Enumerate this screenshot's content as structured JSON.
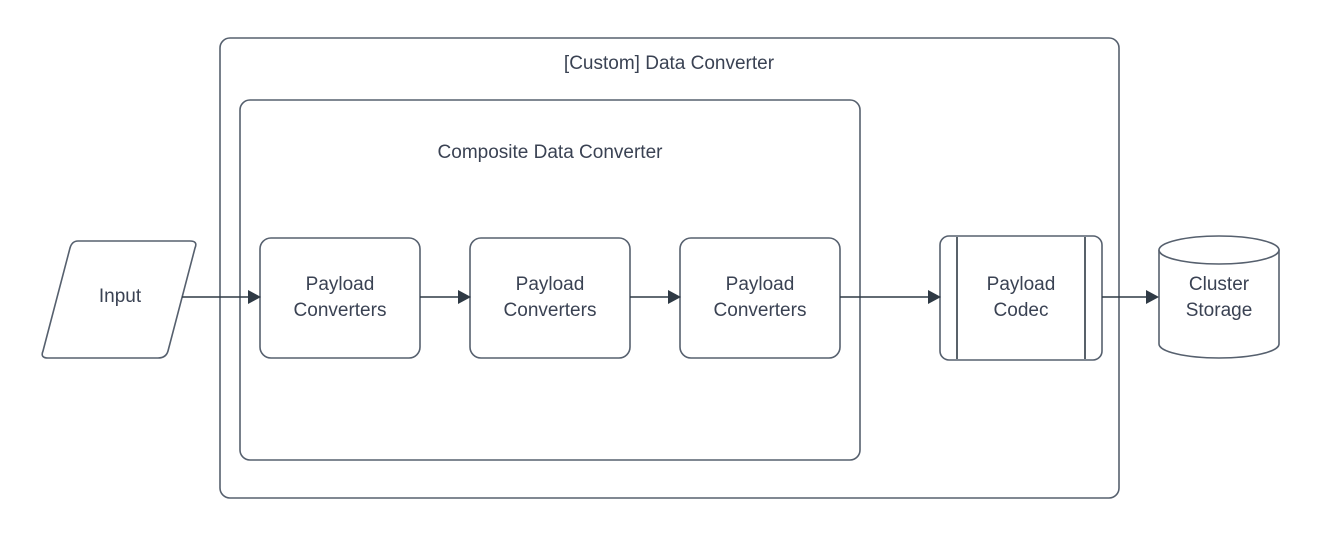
{
  "diagram": {
    "title_outer": "[Custom] Data Converter",
    "title_inner": "Composite Data Converter",
    "colors": {
      "shape_stroke": "#56606e",
      "connector": "#2f3a45",
      "text": "#3a4253",
      "background": "#ffffff"
    },
    "nodes": {
      "input": {
        "label": "Input",
        "shape": "parallelogram"
      },
      "converter_1": {
        "label_line_1": "Payload",
        "label_line_2": "Converters",
        "shape": "rounded-rectangle"
      },
      "converter_2": {
        "label_line_1": "Payload",
        "label_line_2": "Converters",
        "shape": "rounded-rectangle"
      },
      "converter_3": {
        "label_line_1": "Payload",
        "label_line_2": "Converters",
        "shape": "rounded-rectangle"
      },
      "payload_codec": {
        "label_line_1": "Payload",
        "label_line_2": "Codec",
        "shape": "subprocess"
      },
      "cluster_storage": {
        "label_line_1": "Cluster",
        "label_line_2": "Storage",
        "shape": "cylinder"
      }
    },
    "edges": [
      {
        "name": "input-to-converter-1",
        "from": "input",
        "to": "converter_1"
      },
      {
        "name": "converter-1-to-converter-2",
        "from": "converter_1",
        "to": "converter_2"
      },
      {
        "name": "converter-2-to-converter-3",
        "from": "converter_2",
        "to": "converter_3"
      },
      {
        "name": "converter-3-to-payload-codec",
        "from": "converter_3",
        "to": "payload_codec"
      },
      {
        "name": "payload-codec-to-cluster-storage",
        "from": "payload_codec",
        "to": "cluster_storage"
      }
    ]
  }
}
